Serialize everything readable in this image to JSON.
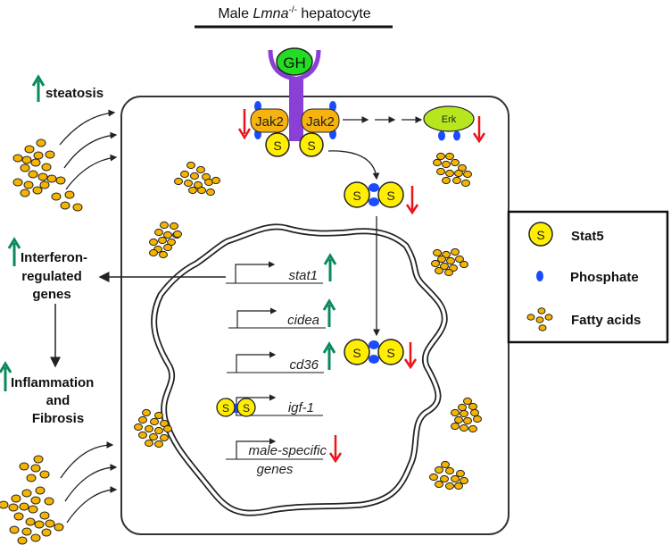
{
  "title": {
    "prefix": "Male ",
    "gene": "Lmna",
    "superscript": "-/-",
    "suffix": " hepatocyte"
  },
  "colors": {
    "stat5_fill": "#ffee00",
    "phosphate": "#1a4bff",
    "fatty_acid": "#f5b400",
    "jak2": "#f6b30f",
    "gh": "#22dd22",
    "receptor": "#8a3fd6",
    "erk": "#b8e61e",
    "up_arrow": "#0a8a5a",
    "down_arrow": "#e8141a"
  },
  "left_labels": {
    "steatosis": "steatosis",
    "interferon": [
      "Interferon-",
      "regulated",
      "genes"
    ],
    "inflammation": [
      "Inflammation",
      "and",
      "Fibrosis"
    ]
  },
  "signaling": {
    "gh": "GH",
    "jak2_left": "Jak2",
    "jak2_right": "Jak2",
    "stat_symbol": "S",
    "erk": "Erk"
  },
  "genes": [
    {
      "name": "stat1",
      "change": "up"
    },
    {
      "name": "cidea",
      "change": "up"
    },
    {
      "name": "cd36",
      "change": "up"
    },
    {
      "name": "igf-1",
      "change": "none"
    },
    {
      "name": "male-specific",
      "name_line2": "genes",
      "change": "down"
    }
  ],
  "legend": {
    "items": [
      {
        "label": "Stat5",
        "icon": "stat5-icon"
      },
      {
        "label": "Phosphate",
        "icon": "phosphate-icon"
      },
      {
        "label": "Fatty acids",
        "icon": "fatty-acids-icon"
      }
    ]
  }
}
